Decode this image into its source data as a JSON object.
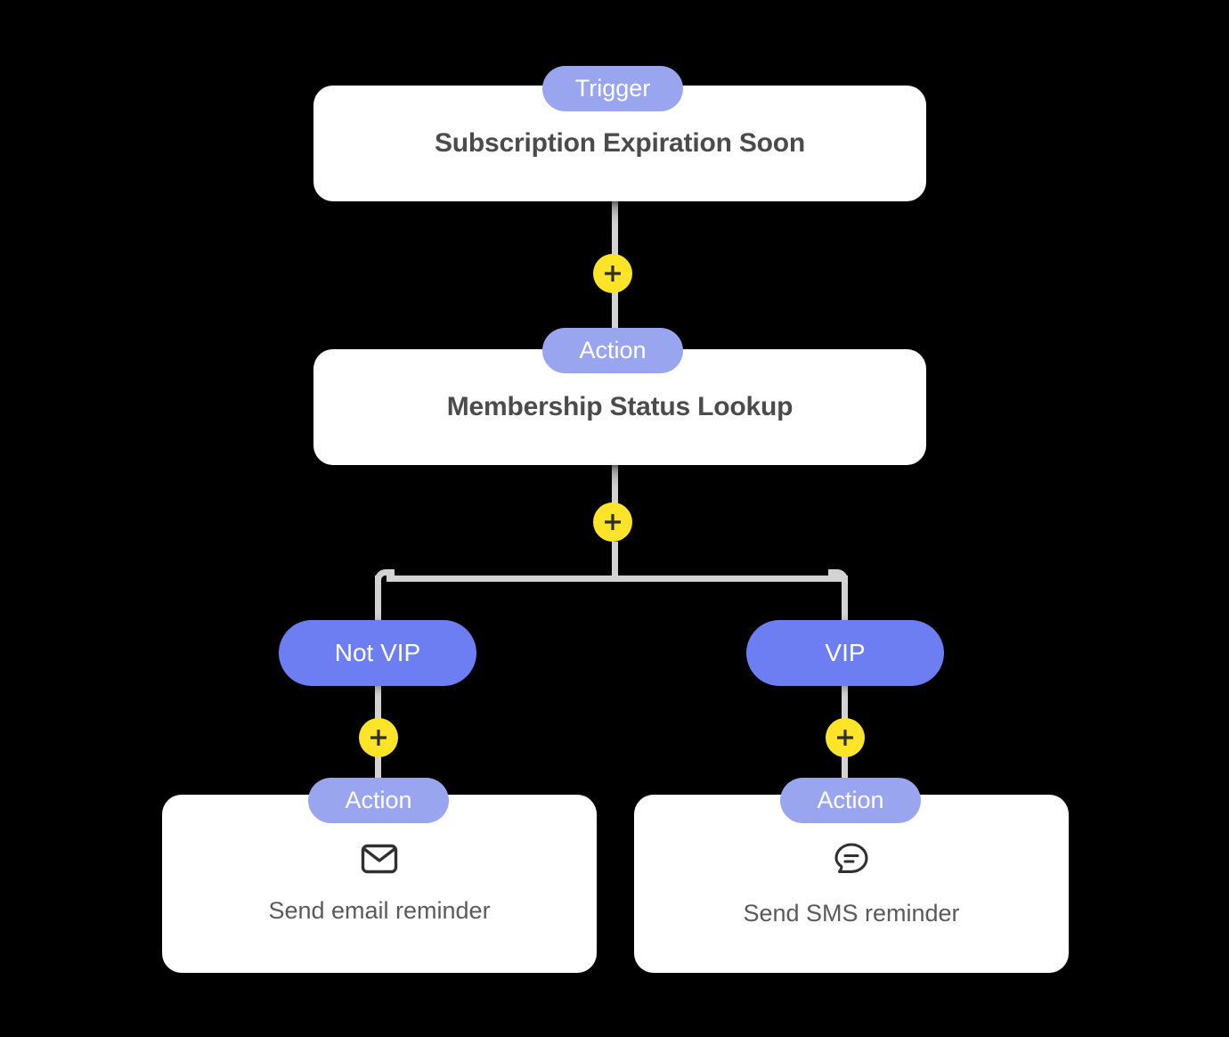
{
  "diagram": {
    "type": "workflow-flowchart",
    "background_color": "#000000",
    "colors": {
      "card_bg": "#ffffff",
      "badge_bg": "#9aa5f0",
      "pill_bg": "#6d7ef2",
      "plus_bg": "#fde428",
      "line": "#d3d3d3",
      "title_text": "#4b4b4b",
      "sub_text": "#5a5a5a"
    }
  },
  "nodes": {
    "trigger": {
      "badge": "Trigger",
      "title": "Subscription Expiration Soon"
    },
    "lookup": {
      "badge": "Action",
      "title": "Membership Status Lookup"
    },
    "branch_left": {
      "label": "Not VIP"
    },
    "branch_right": {
      "label": "VIP"
    },
    "email_action": {
      "badge": "Action",
      "icon": "envelope-icon",
      "title": "Send email reminder"
    },
    "sms_action": {
      "badge": "Action",
      "icon": "chat-bubble-icon",
      "title": "Send SMS reminder"
    }
  },
  "add_buttons": [
    {
      "id": "add-after-trigger",
      "icon": "plus-icon"
    },
    {
      "id": "add-after-lookup",
      "icon": "plus-icon"
    },
    {
      "id": "add-after-not-vip",
      "icon": "plus-icon"
    },
    {
      "id": "add-after-vip",
      "icon": "plus-icon"
    }
  ]
}
